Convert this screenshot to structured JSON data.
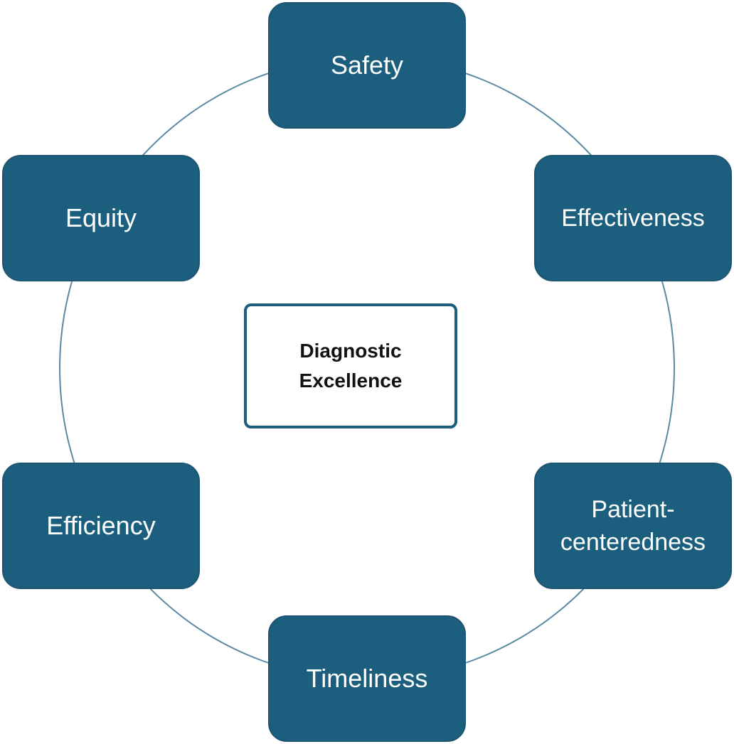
{
  "colors": {
    "node_fill": "#1b5e7e",
    "node_text": "#ffffff",
    "ring_line": "#5a8aa3",
    "center_border": "#1b5e7e",
    "center_text": "#111111"
  },
  "center": {
    "line1": "Diagnostic",
    "line2": "Excellence"
  },
  "nodes": {
    "safety": "Safety",
    "effectiveness": "Effectiveness",
    "patient_line1": "Patient-",
    "patient_line2": "centeredness",
    "timeliness": "Timeliness",
    "efficiency": "Efficiency",
    "equity": "Equity"
  }
}
